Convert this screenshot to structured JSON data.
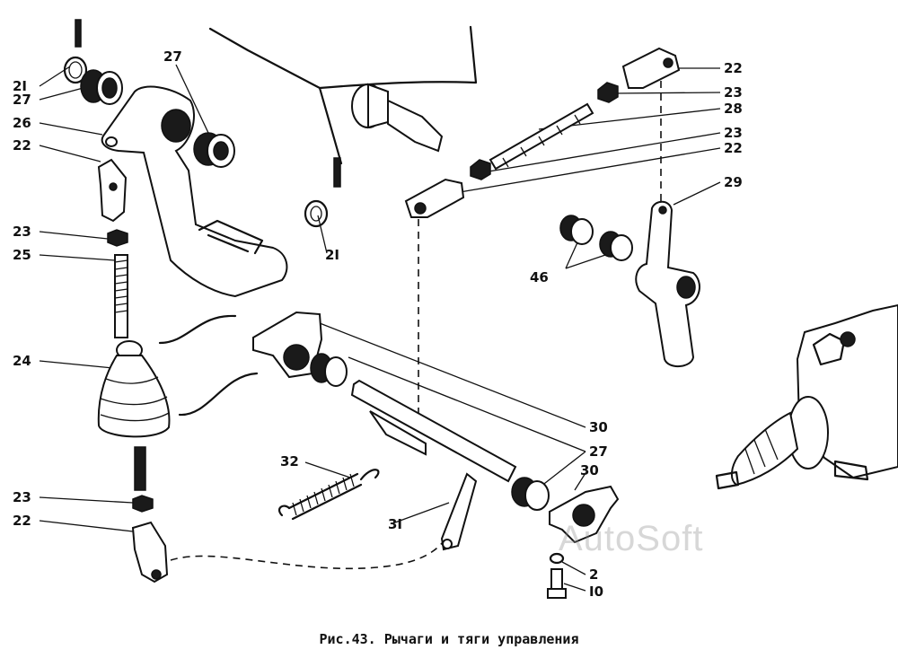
{
  "caption": "Рис.43. Рычаги и тяги управления",
  "watermark": "AutoSoft",
  "labels": [
    {
      "id": "l21a",
      "text": "2I"
    },
    {
      "id": "l27a",
      "text": "27"
    },
    {
      "id": "l26",
      "text": "26"
    },
    {
      "id": "l22a",
      "text": "22"
    },
    {
      "id": "l23a",
      "text": "23"
    },
    {
      "id": "l25",
      "text": "25"
    },
    {
      "id": "l24",
      "text": "24"
    },
    {
      "id": "l23b",
      "text": "23"
    },
    {
      "id": "l22b",
      "text": "22"
    },
    {
      "id": "l27b",
      "text": "27"
    },
    {
      "id": "l21b",
      "text": "2I"
    },
    {
      "id": "l22c",
      "text": "22"
    },
    {
      "id": "l23c",
      "text": "23"
    },
    {
      "id": "l28",
      "text": "28"
    },
    {
      "id": "l23d",
      "text": "23"
    },
    {
      "id": "l22d",
      "text": "22"
    },
    {
      "id": "l29",
      "text": "29"
    },
    {
      "id": "l46",
      "text": "46"
    },
    {
      "id": "l30a",
      "text": "30"
    },
    {
      "id": "l27c",
      "text": "27"
    },
    {
      "id": "l30b",
      "text": "30"
    },
    {
      "id": "l32",
      "text": "32"
    },
    {
      "id": "l31",
      "text": "3I"
    },
    {
      "id": "l2",
      "text": "2"
    },
    {
      "id": "l10",
      "text": "I0"
    }
  ]
}
